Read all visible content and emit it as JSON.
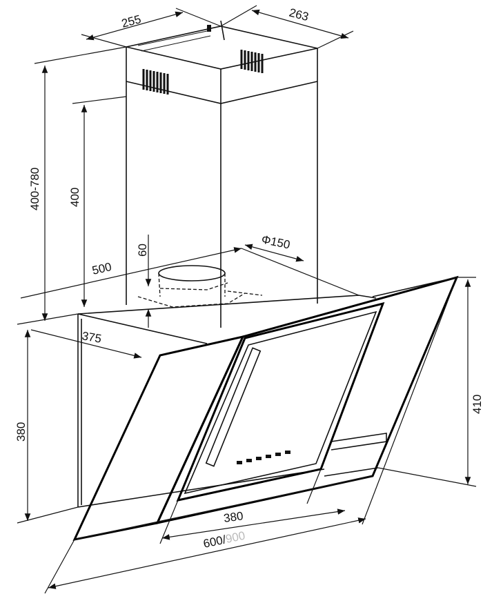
{
  "title": "Range hood dimension drawing",
  "dimensions": {
    "chimney_width": "255",
    "chimney_depth": "263",
    "chimney_height_range": "400-780",
    "chimney_height": "400",
    "outlet_height": "60",
    "canopy_depth_top": "500",
    "outlet_diameter": "Φ150",
    "canopy_depth": "375",
    "body_height": "380",
    "glass_height": "410",
    "panel_width": "380",
    "total_width_primary": "600/",
    "total_width_alt": "900"
  },
  "control_buttons": 6
}
